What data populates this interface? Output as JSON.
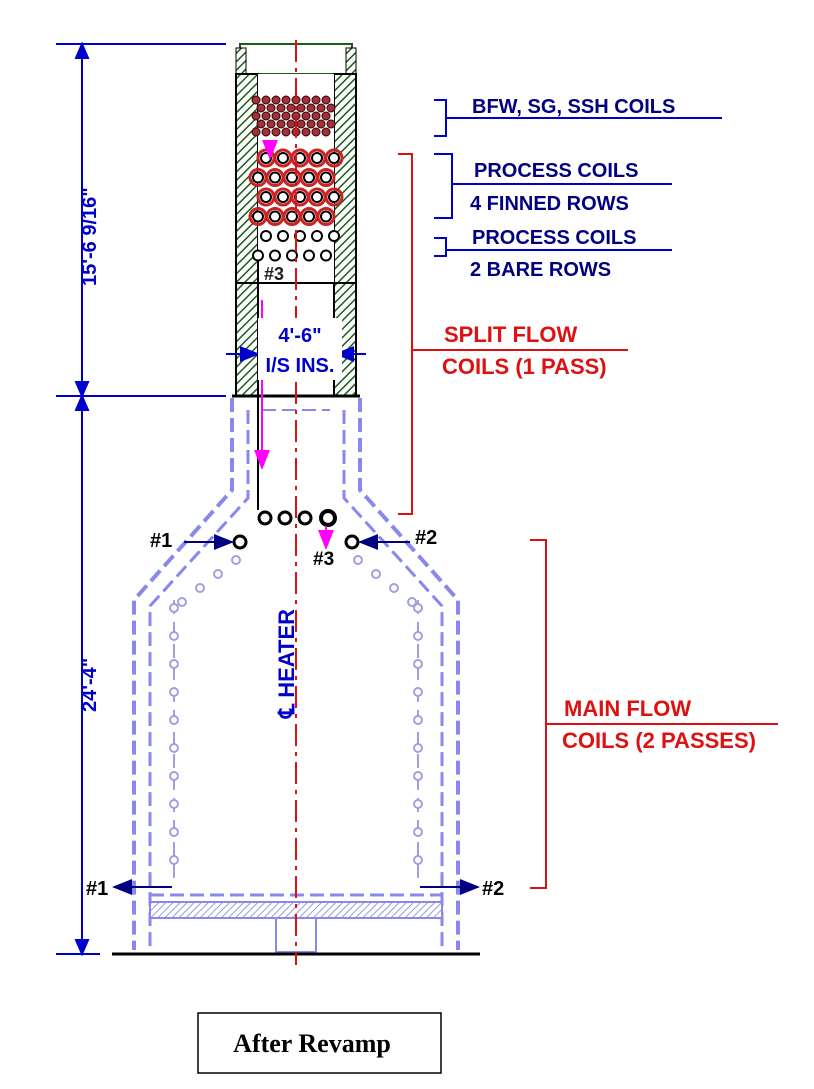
{
  "colors": {
    "dim_blue": "#0000cc",
    "label_blue": "#0000cc",
    "label_red": "#dd1111",
    "refractory_green": "#1a5c1a",
    "fire_box_lavender": "#8888ee",
    "arrow_navy": "#000080",
    "flow_magenta": "#ff00ff",
    "centerline_red": "#dd1111"
  },
  "dimensions": {
    "upper_height": "15'-6 9/16\"",
    "lower_height": "24'-4\"",
    "width_line1": "4'-6\"",
    "width_line2": "I/S INS."
  },
  "labels": {
    "bfw": "BFW, SG, SSH COILS",
    "process_finned_1": "PROCESS COILS",
    "process_finned_2": "4 FINNED ROWS",
    "process_bare_1": "PROCESS COILS",
    "process_bare_2": "2 BARE ROWS",
    "split_flow_1": "SPLIT FLOW",
    "split_flow_2": "COILS (1 PASS)",
    "main_flow_1": "MAIN FLOW",
    "main_flow_2": "COILS (2 PASSES)",
    "centerline": "℄ HEATER"
  },
  "passes": {
    "p1_in": "#1",
    "p2_in": "#2",
    "p3_top": "#3",
    "p3_mid": "#3",
    "p1_out": "#1",
    "p2_out": "#2"
  },
  "caption": "After Revamp"
}
